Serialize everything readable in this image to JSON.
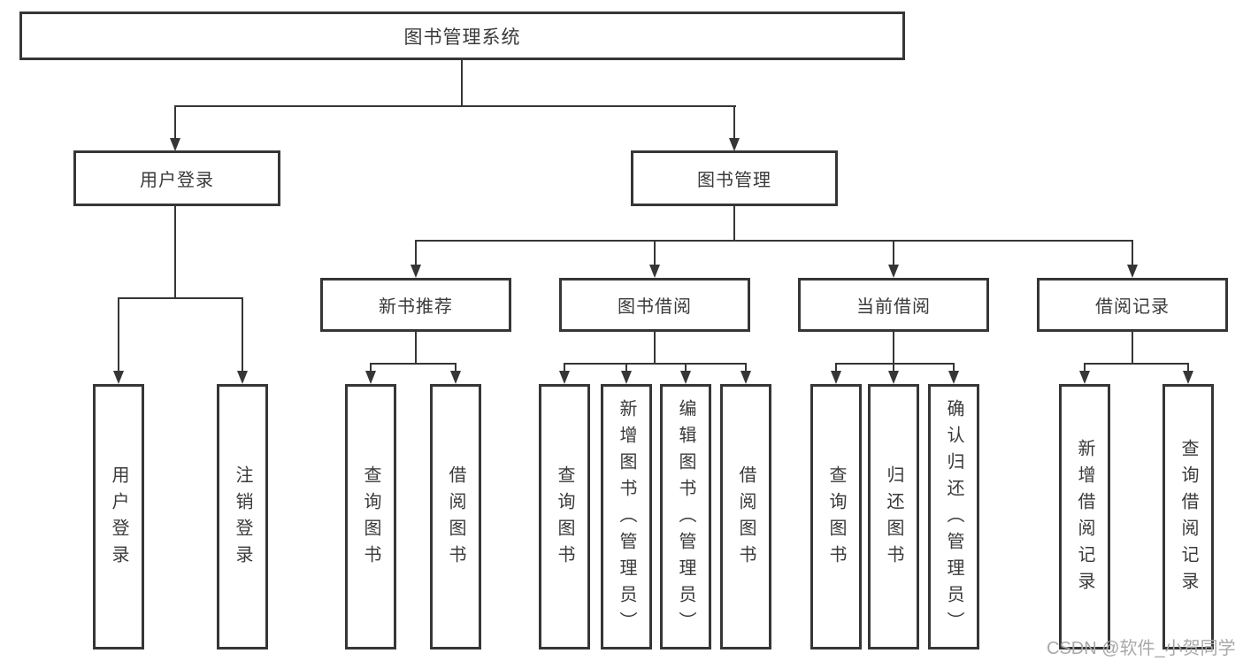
{
  "diagram": {
    "title": "图书管理系统",
    "level2": {
      "user_login": "用户登录",
      "book_management": "图书管理"
    },
    "level3": {
      "new_book": "新书推荐",
      "borrow": "图书借阅",
      "current": "当前借阅",
      "records": "借阅记录"
    },
    "leaves": {
      "user_login": [
        "用户登录",
        "注销登录"
      ],
      "new_book": [
        "查询图书",
        "借阅图书"
      ],
      "borrow": [
        "查询图书",
        "新增图书（管理员）",
        "编辑图书（管理员）",
        "借阅图书"
      ],
      "current": [
        "查询图书",
        "归还图书",
        "确认归还（管理员）"
      ],
      "records": [
        "新增借阅记录",
        "查询借阅记录"
      ]
    }
  },
  "watermark": {
    "text": "CSDN @软件_小贺同学"
  },
  "colors": {
    "line": "#363636",
    "text": "#3a3a3a",
    "watermark": "#a9a9a9",
    "background": "#ffffff"
  }
}
